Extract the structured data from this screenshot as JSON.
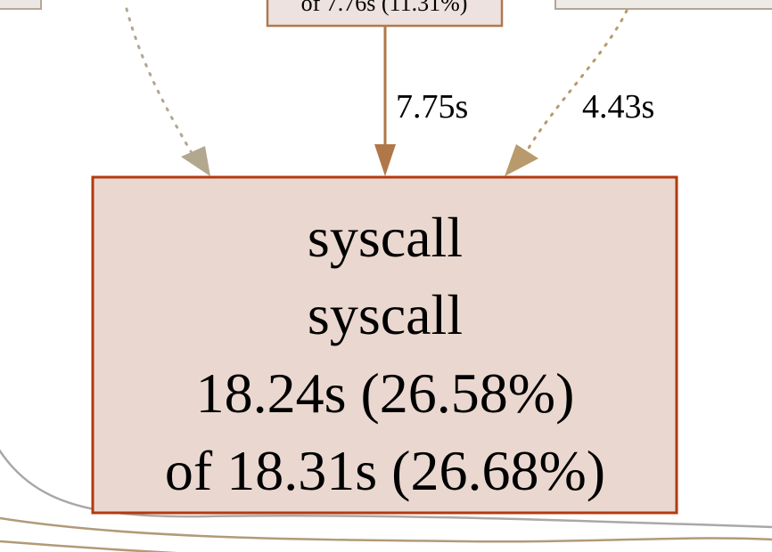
{
  "graph": {
    "top_center_node": {
      "partial_label": "of 7.76s (11.31%)",
      "fill": "#ede2df",
      "stroke": "#b07850"
    },
    "top_left_node": {
      "fill": "#ede7e3",
      "stroke": "#b6a898"
    },
    "top_right_node": {
      "fill": "#eeeae6",
      "stroke": "#b4a494"
    },
    "edges": {
      "left": {
        "label": "",
        "color": "#b2a78f",
        "style": "dotted"
      },
      "center": {
        "label": "7.75s",
        "color": "#b07848",
        "style": "solid"
      },
      "right": {
        "label": "4.43s",
        "color": "#b89a6c",
        "style": "dotted"
      }
    },
    "main_node": {
      "line1": "syscall",
      "line2": "syscall",
      "line3": "18.24s (26.58%)",
      "line4": "of 18.31s (26.68%)",
      "fill": "#ead8d0",
      "stroke": "#b23a10"
    },
    "background_curves": {
      "gray": "#a8a8a8",
      "tan": "#b29a78"
    }
  }
}
